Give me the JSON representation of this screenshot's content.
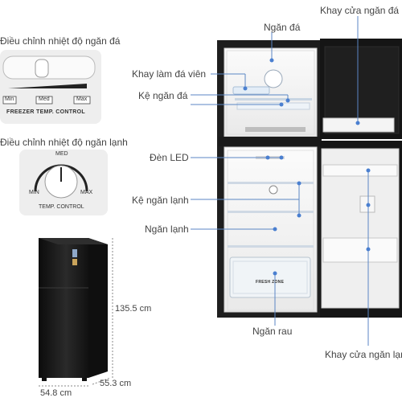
{
  "labels": {
    "ngan_da": "Ngăn đá",
    "khay_cua_ngan_da": "Khay cửa ngăn đá",
    "dieu_chinh_da": "Điều chỉnh nhiệt độ ngăn đá",
    "khay_lam_da": "Khay làm đá viên",
    "ke_ngan_da": "Kệ ngăn đá",
    "dieu_chinh_lanh": "Điều chỉnh nhiệt độ ngăn lạnh",
    "den_led": "Đèn LED",
    "ke_ngan_lanh": "Kệ ngăn lạnh",
    "ngan_lanh": "Ngăn lạnh",
    "ngan_rau": "Ngăn rau",
    "khay_cua_ngan_lanh": "Khay cửa ngăn lạnh"
  },
  "freezer_control": {
    "min": "Min",
    "med": "Med",
    "max": "Max",
    "caption": "FREEZER TEMP. CONTROL"
  },
  "fridge_control": {
    "min": "MIN",
    "med": "MED",
    "max": "MAX",
    "caption": "TEMP. CONTROL"
  },
  "dimensions": {
    "height": "135.5 cm",
    "width": "54.8 cm",
    "depth": "55.3 cm"
  },
  "drawer_brand": "FRESH ZONE",
  "colors": {
    "line": "#5b86c4",
    "dot": "#4a7fd0",
    "body": "#1b1b1b",
    "interior": "#f3f3f3",
    "panel": "#eeeeee"
  }
}
